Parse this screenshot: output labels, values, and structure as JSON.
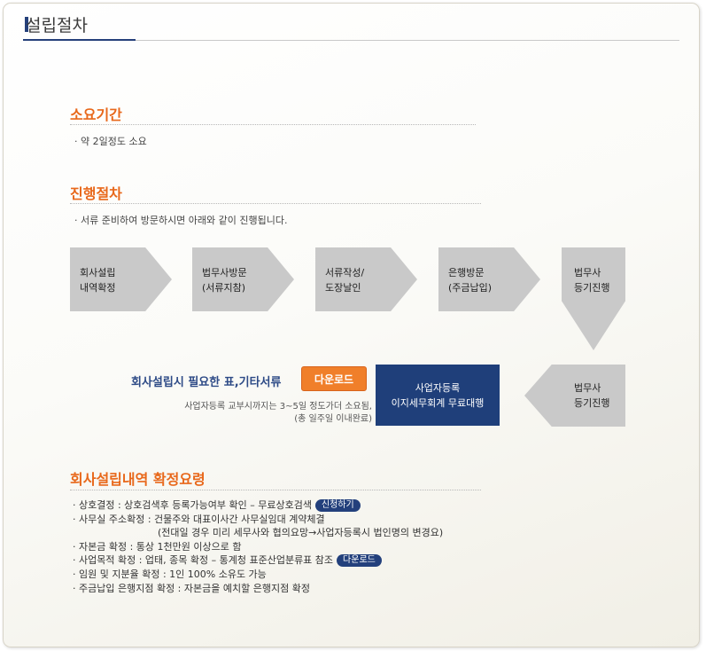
{
  "page": {
    "title": "설립절차"
  },
  "duration": {
    "title": "소요기간",
    "text": "· 약 2일정도 소요"
  },
  "process": {
    "title": "진행절차",
    "intro": "· 서류 준비하여 방문하시면 아래와 같이 진행됩니다.",
    "steps": [
      {
        "line1": "회사설립",
        "line2": "내역확정"
      },
      {
        "line1": "법무사방문",
        "line2": "(서류지참)"
      },
      {
        "line1": "서류작성/",
        "line2": "도장날인"
      },
      {
        "line1": "은행방문",
        "line2": "(주금납입)"
      },
      {
        "line1": "법무사",
        "line2": "등기진행"
      },
      {
        "line1": "법무사",
        "line2": "등기진행"
      }
    ]
  },
  "documents": {
    "heading": "회사설립시 필요한 표,기타서류",
    "download_label": "다운로드",
    "note_line1": "사업자등록 교부시까지는 3~5일 정도가더 소요됨,",
    "note_line2": "(총 일주일 이내완료)"
  },
  "biz_registration": {
    "line1": "사업자등록",
    "line2": "이지세무회계 무료대행"
  },
  "requirements": {
    "title": "회사설립내역 확정요령",
    "items": {
      "name_check": "· 상호결정 : 상호검색후 등록가능여부 확인 – 무료상호검색",
      "name_check_btn": "신청하기",
      "office_address": "· 사무실 주소확정 : 건물주와 대표이사간 사무실임대 계약체결",
      "office_address_note": "(전대일 경우 미리 세무사와 협의요망→사업자등록시 법인명의 변경요)",
      "capital": "· 자본금 확정 : 통상 1천만원 이상으로 함",
      "business_purpose": "· 사업목적 확정 : 업태, 종목 확정 – 통계청 표준산업분류표 참조",
      "business_purpose_btn": "다운로드",
      "officers": "· 임원 및 지분율 확정 : 1인 100% 소유도 가능",
      "bank": "· 주금납입 은행지점 확정 : 자본금을 예치할 은행지점 확정"
    }
  },
  "colors": {
    "accent": "#e8681b",
    "navy": "#1f3f7a",
    "step_gray": "#c9c9c9",
    "download_orange": "#f07f2a"
  }
}
